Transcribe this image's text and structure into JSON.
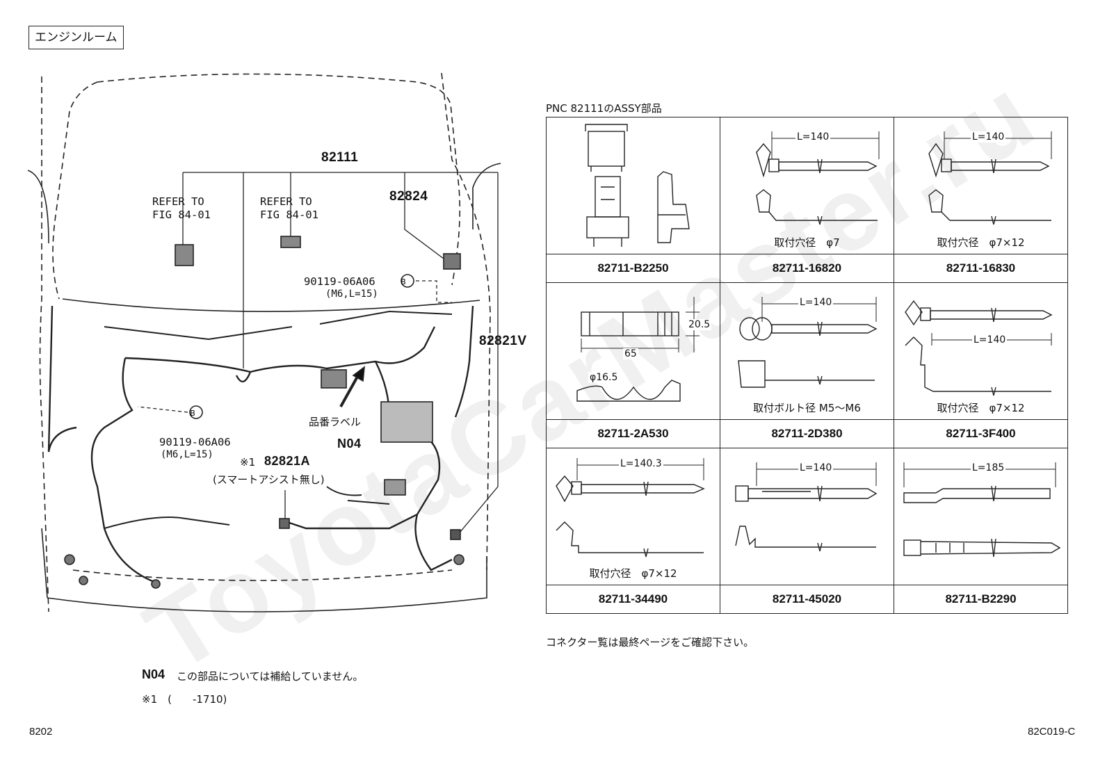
{
  "title": "エンジンルーム",
  "watermark": "ToyotaCarMaster.ru",
  "callouts": {
    "main_harness": "82111",
    "sub_82824": "82824",
    "sub_82821v": "82821V",
    "refer_1_line1": "REFER TO",
    "refer_1_line2": "FIG 84-01",
    "refer_2_line1": "REFER TO",
    "refer_2_line2": "FIG 84-01",
    "bolt_1": "90119-06A06",
    "bolt_1_spec": "(M6,L=15)",
    "bolt_2": "90119-06A06",
    "bolt_2_spec": "(M6,L=15)",
    "marker_b": "B",
    "part_label": "品番ラベル",
    "n04": "N04",
    "note_mark": "※1",
    "sub_82821a": "82821A",
    "sub_82821a_note": "(スマートアシスト無し)"
  },
  "assy_table": {
    "title": "PNC 82111のASSY部品",
    "cells": [
      {
        "part": "82711-B2250",
        "spec": "",
        "dims": []
      },
      {
        "part": "82711-16820",
        "spec": "取付穴径　φ7",
        "dims": [
          "L=140"
        ]
      },
      {
        "part": "82711-16830",
        "spec": "取付穴径　φ7×12",
        "dims": [
          "L=140"
        ]
      },
      {
        "part": "82711-2A530",
        "spec": "",
        "dims": [
          "20.5",
          "65",
          "φ16.5"
        ]
      },
      {
        "part": "82711-2D380",
        "spec": "取付ボルト径 M5〜M6",
        "dims": [
          "L=140"
        ]
      },
      {
        "part": "82711-3F400",
        "spec": "取付穴径　φ7×12",
        "dims": [
          "L=140"
        ]
      },
      {
        "part": "82711-34490",
        "spec": "取付穴径　φ7×12",
        "dims": [
          "L=140.3"
        ]
      },
      {
        "part": "82711-45020",
        "spec": "",
        "dims": [
          "L=140"
        ]
      },
      {
        "part": "82711-B2290",
        "spec": "",
        "dims": [
          "L=185"
        ]
      }
    ]
  },
  "notes": {
    "connector": "コネクター覧は最終ページをご確認下さい。",
    "n04_code": "N04",
    "n04_text": "この部品については補給していません。",
    "ref": "※1　(　　-1710)"
  },
  "page": {
    "left": "8202",
    "right": "82C019-C"
  }
}
